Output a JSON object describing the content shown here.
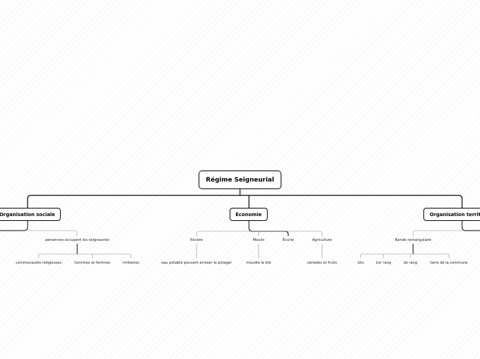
{
  "mindmap": {
    "root": {
      "label": "Régime Seigneurial"
    },
    "branches": [
      {
        "label": "Organisation sociale",
        "children": [
          {
            "label": "personnes occupent les seigneuries",
            "children": [
              "communautés religieuses",
              "hommes et femmes",
              "militaires"
            ]
          }
        ]
      },
      {
        "label": "Économie",
        "children": [
          {
            "label": "Rivière",
            "children": [
              "eau potable pouvant arroser le potager"
            ]
          },
          {
            "label": "Moulin",
            "children": [
              "moudre le blé"
            ]
          },
          {
            "label": "Écurie",
            "children": []
          },
          {
            "label": "Agriculture",
            "children": [
              "céréales et fruits"
            ]
          }
        ]
      },
      {
        "label": "Organisation territoriale",
        "children": [
          {
            "label": "Bande rectangulaire",
            "children": [
              "lots",
              "1er rang",
              "2e rang",
              "terre de la commune"
            ]
          }
        ]
      }
    ]
  }
}
